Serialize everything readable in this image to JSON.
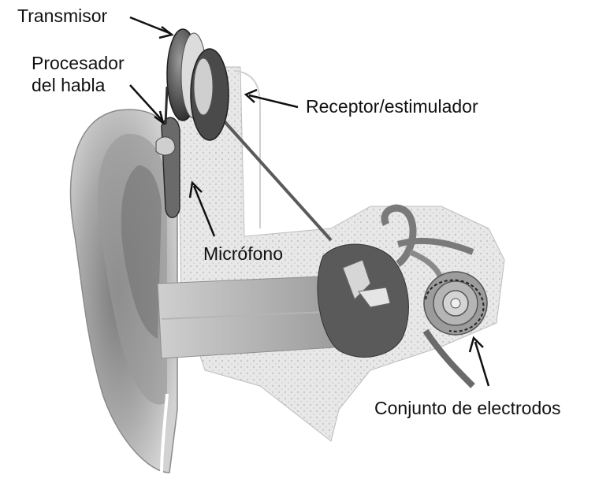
{
  "labels": {
    "transmisor": "Transmisor",
    "procesador_line1": "Procesador",
    "procesador_line2": "del habla",
    "receptor": "Receptor/estimulador",
    "microfono": "Micrófono",
    "electrodos": "Conjunto de electrodos"
  },
  "colors": {
    "ink": "#111111",
    "skin_light": "#d9d9d9",
    "skin_mid": "#a8a8a8",
    "skin_dark": "#6e6e6e",
    "bone": "#e6e6e6",
    "device_dark": "#3a3a3a"
  }
}
